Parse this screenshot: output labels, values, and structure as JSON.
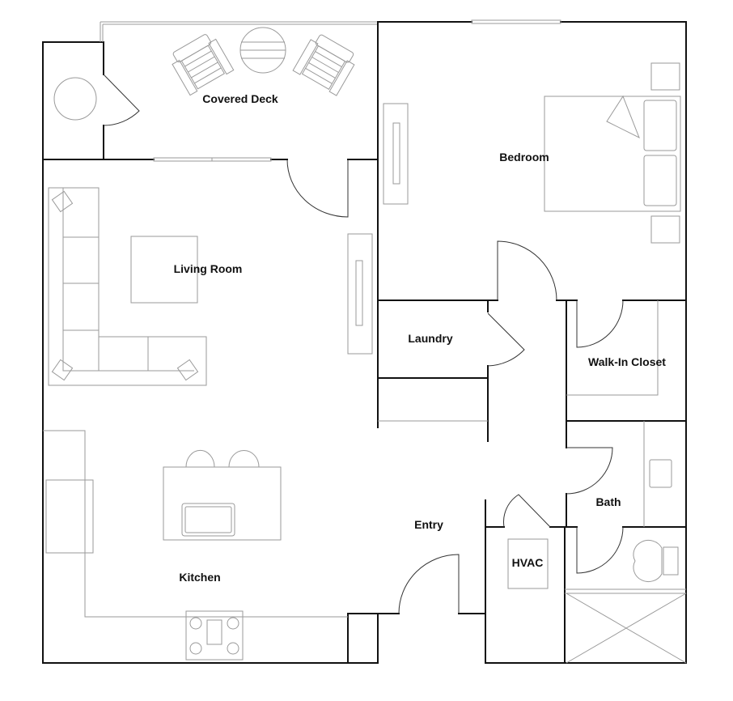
{
  "rooms": {
    "covered_deck": "Covered Deck",
    "bedroom": "Bedroom",
    "living_room": "Living Room",
    "laundry": "Laundry",
    "walk_in_closet": "Walk-In Closet",
    "bath": "Bath",
    "entry": "Entry",
    "hvac": "HVAC",
    "kitchen": "Kitchen"
  },
  "colors": {
    "walls": "#111111",
    "furniture": "#9a9a9a",
    "background": "#ffffff"
  }
}
